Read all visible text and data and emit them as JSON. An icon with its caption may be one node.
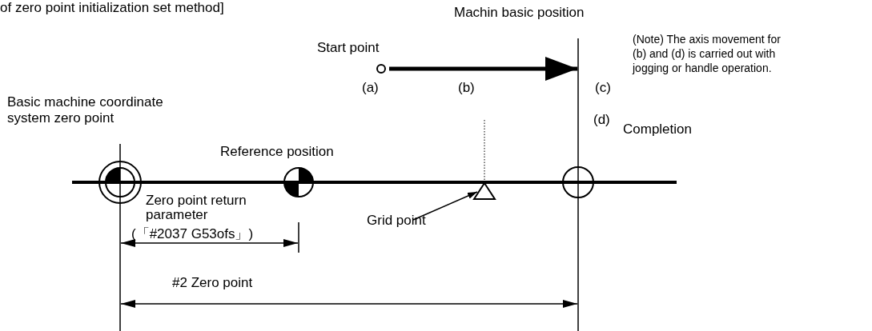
{
  "diagram": {
    "title": "of zero point initialization set method]",
    "nodes": [
      {
        "text": [
          "Start point"
        ]
      },
      {
        "text": [
          "Grid point"
        ]
      },
      {
        "text": [],
        "shape": "triangle"
      }
    ],
    "edges": [
      {
        "from": 0,
        "to": null,
        "arrow": "to",
        "style": "thick"
      },
      {
        "from": 1,
        "to": 2,
        "arrow": "to"
      }
    ],
    "labels": [
      "Machin basic position",
      "(Note) The axis movement for (b) and (d) is carried out with jogging or handle operation.",
      "(a)",
      "(b)",
      "(c)",
      "Basic machine coordinate system zero point",
      "(d)",
      "Completion",
      "Reference position",
      "Zero point return parameter",
      "(「#2037 G53ofs」)",
      "#2 Zero point"
    ]
  }
}
